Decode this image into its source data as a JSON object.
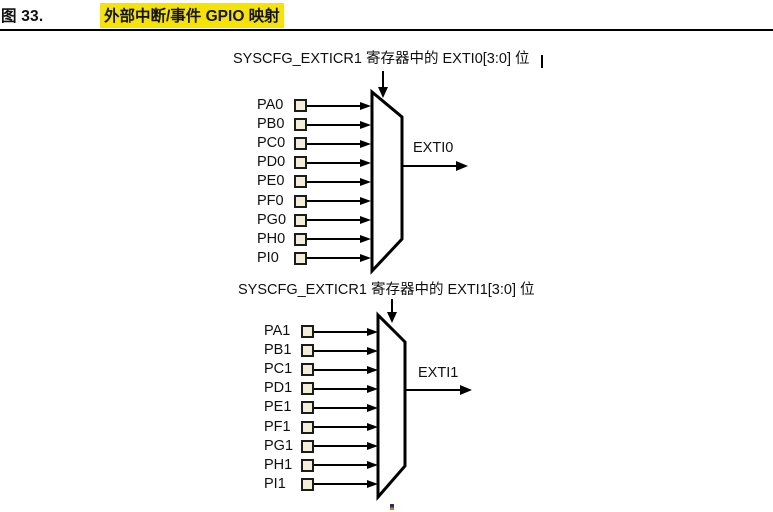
{
  "header": {
    "figure_label": "图 33.",
    "title": "外部中断/事件 GPIO 映射",
    "highlight_color": "#F6E400"
  },
  "muxes": [
    {
      "register_caption": "SYSCFG_EXTICR1 寄存器中的 EXTI0[3:0] 位",
      "output_label": "EXTI0",
      "inputs": [
        "PA0",
        "PB0",
        "PC0",
        "PD0",
        "PE0",
        "PF0",
        "PG0",
        "PH0",
        "PI0"
      ]
    },
    {
      "register_caption": "SYSCFG_EXTICR1 寄存器中的 EXTI1[3:0] 位",
      "output_label": "EXTI1",
      "inputs": [
        "PA1",
        "PB1",
        "PC1",
        "PD1",
        "PE1",
        "PF1",
        "PG1",
        "PH1",
        "PI1"
      ]
    }
  ],
  "colors": {
    "line": "#000000",
    "pin_box_fill": "#F2EED8",
    "highlight": "#F6E400"
  }
}
